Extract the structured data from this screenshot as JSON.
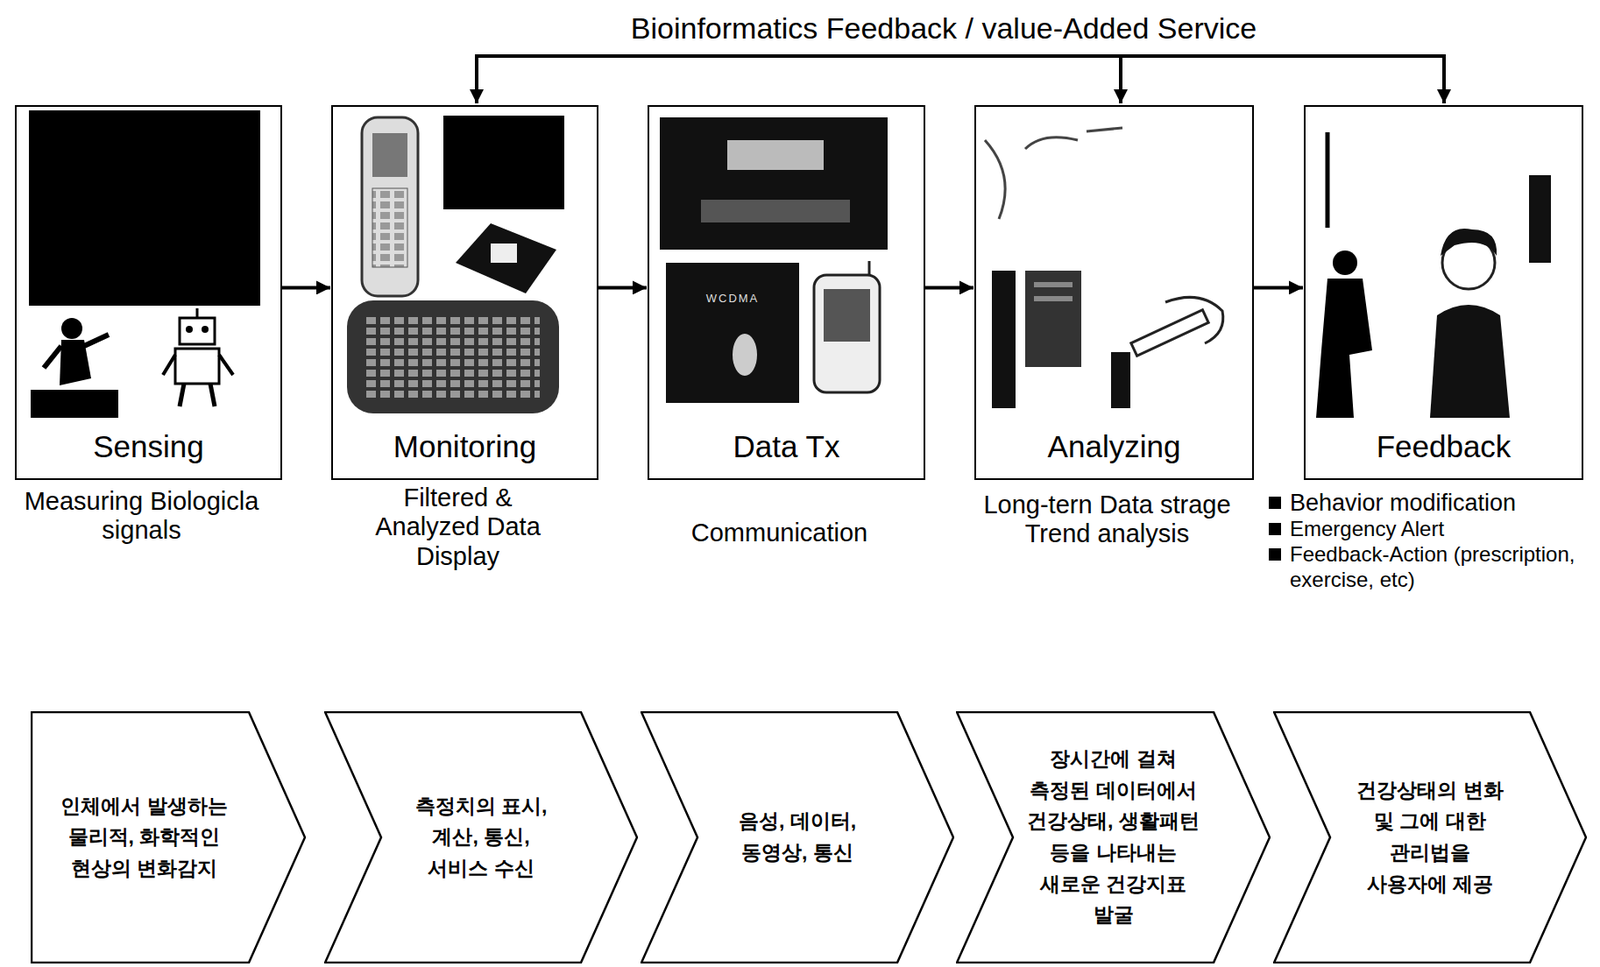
{
  "diagram": {
    "nodes": [
      {
        "text": [
          "Sensing",
          "Measuring Biologicla signals"
        ]
      },
      {
        "text": [
          "Monitoring",
          "Filtered & Analyzed Data Display"
        ]
      },
      {
        "text": [
          "Data Tx",
          "Communication"
        ]
      },
      {
        "text": [
          "Analyzing",
          "Long-tern Data strage Trend analysis"
        ]
      },
      {
        "text": [
          "Feedback",
          "Behavior modification",
          "Emergency Alert",
          "Feedback-Action (prescription, exercise, etc)"
        ]
      },
      {
        "text": [
          "인체에서 발생하는 물리적, 화학적인 현상의 변화감지"
        ]
      },
      {
        "text": [
          "측정치의 표시, 계산, 통신, 서비스 수신"
        ]
      },
      {
        "text": [
          "음성, 데이터, 동영상, 통신"
        ]
      },
      {
        "text": [
          "장시간에 걸쳐 측정된 데이터에서 건강상태, 생활패턴 등을 나타내는 새로운 건강지표 발굴"
        ]
      },
      {
        "text": [
          "건강상태의 변화 및 그에 대한 관리법을 사용자에 제공"
        ]
      }
    ],
    "edges": [
      {
        "from": 0,
        "to": 1,
        "arrow": "to"
      },
      {
        "from": 1,
        "to": 2,
        "arrow": "to"
      },
      {
        "from": 2,
        "to": 3,
        "arrow": "to"
      },
      {
        "from": 3,
        "to": 4,
        "arrow": "to"
      }
    ],
    "labels": [
      "Bioinformatics Feedback / value-Added Service",
      "WCDMA"
    ]
  }
}
